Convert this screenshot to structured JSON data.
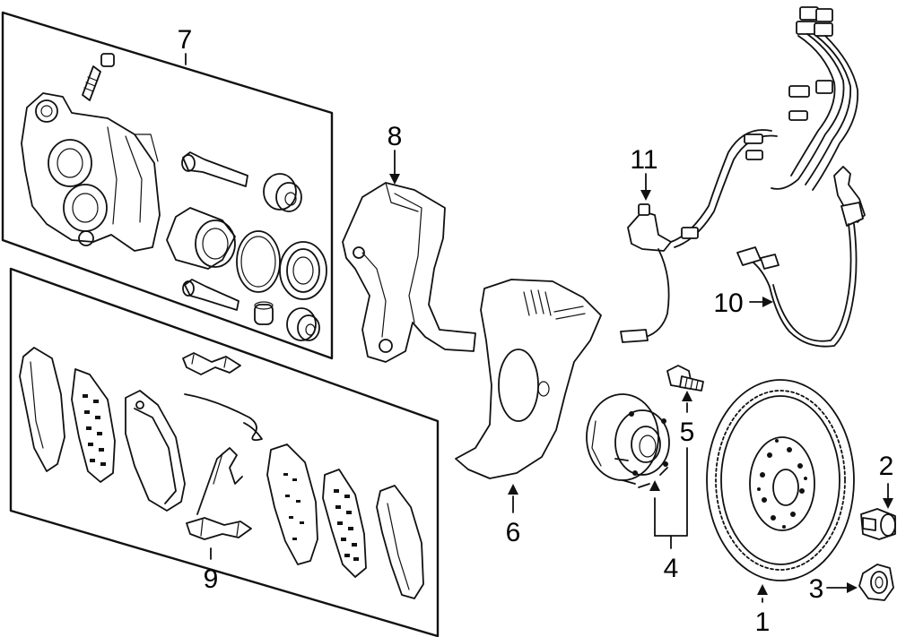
{
  "diagram": {
    "callouts": {
      "rotor": "1",
      "rotor_screw": "2",
      "hub_nut": "3",
      "hub_bearing": "4",
      "hub_bolt": "5",
      "splash_shield": "6",
      "caliper": "7",
      "caliper_bracket": "8",
      "brake_pads": "9",
      "rear_wear_sensor": "10",
      "abs_sensor": "11"
    }
  }
}
